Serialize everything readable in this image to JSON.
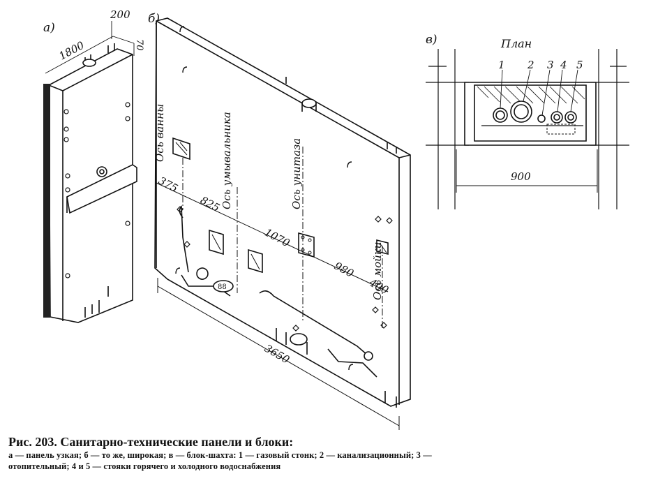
{
  "figure": {
    "part_a": {
      "letter": "а)",
      "dims": [
        "1800",
        "200",
        "70"
      ]
    },
    "part_b": {
      "letter": "б)",
      "axes": [
        "Ось ванны",
        "Ось умывальника",
        "Ось унитаза",
        "Ось мойки"
      ],
      "dims": [
        "375",
        "825",
        "1070",
        "980",
        "400",
        "3650"
      ],
      "badge": "88"
    },
    "part_c": {
      "letter": "в)",
      "plan_label": "План",
      "numbers": [
        "1",
        "2",
        "3",
        "4",
        "5"
      ],
      "width_dim": "900"
    }
  },
  "caption": {
    "title": "Рис. 203. Санитарно-технические панели и блоки:",
    "line1": "а — панель узкая; б — то же, широкая; в — блок-шахта: 1 — газовый стонк; 2 — канализационный; 3 —",
    "line2": "отопительный; 4 и 5 — стояки горячего и холодного водоснабжения"
  }
}
